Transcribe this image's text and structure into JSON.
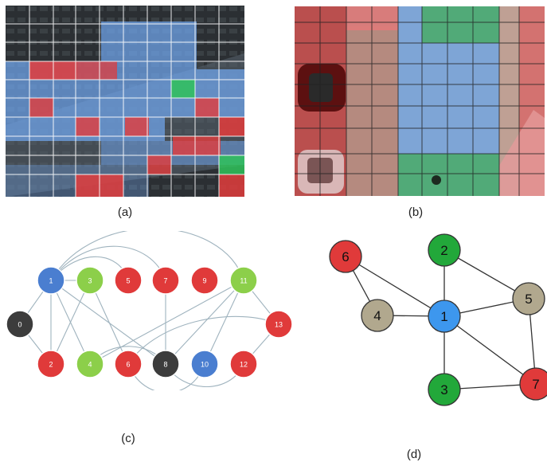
{
  "captions": {
    "a": "(a)",
    "b": "(b)",
    "c": "(c)",
    "d": "(d)"
  },
  "colors": {
    "red": "#e03a3a",
    "blue": "#4a7ed0",
    "green_c": "#8ccf4a",
    "green_d": "#22a83a",
    "gray_dark": "#3c3c3c",
    "tan": "#b1a88e",
    "blue_d": "#3d97ee"
  },
  "graph_c": {
    "nodes": [
      {
        "label": "0",
        "color": "gray_dark"
      },
      {
        "label": "1",
        "color": "blue"
      },
      {
        "label": "2",
        "color": "red"
      },
      {
        "label": "3",
        "color": "green_c"
      },
      {
        "label": "4",
        "color": "green_c"
      },
      {
        "label": "5",
        "color": "red"
      },
      {
        "label": "6",
        "color": "red"
      },
      {
        "label": "7",
        "color": "red"
      },
      {
        "label": "8",
        "color": "gray_dark"
      },
      {
        "label": "9",
        "color": "red"
      },
      {
        "label": "10",
        "color": "blue"
      },
      {
        "label": "11",
        "color": "green_c"
      },
      {
        "label": "12",
        "color": "red"
      },
      {
        "label": "13",
        "color": "red"
      }
    ]
  },
  "graph_d": {
    "nodes": [
      {
        "label": "6",
        "color": "red"
      },
      {
        "label": "2",
        "color": "green_d"
      },
      {
        "label": "5",
        "color": "tan"
      },
      {
        "label": "4",
        "color": "tan"
      },
      {
        "label": "1",
        "color": "blue_d"
      },
      {
        "label": "3",
        "color": "green_d"
      },
      {
        "label": "7",
        "color": "red"
      }
    ]
  }
}
